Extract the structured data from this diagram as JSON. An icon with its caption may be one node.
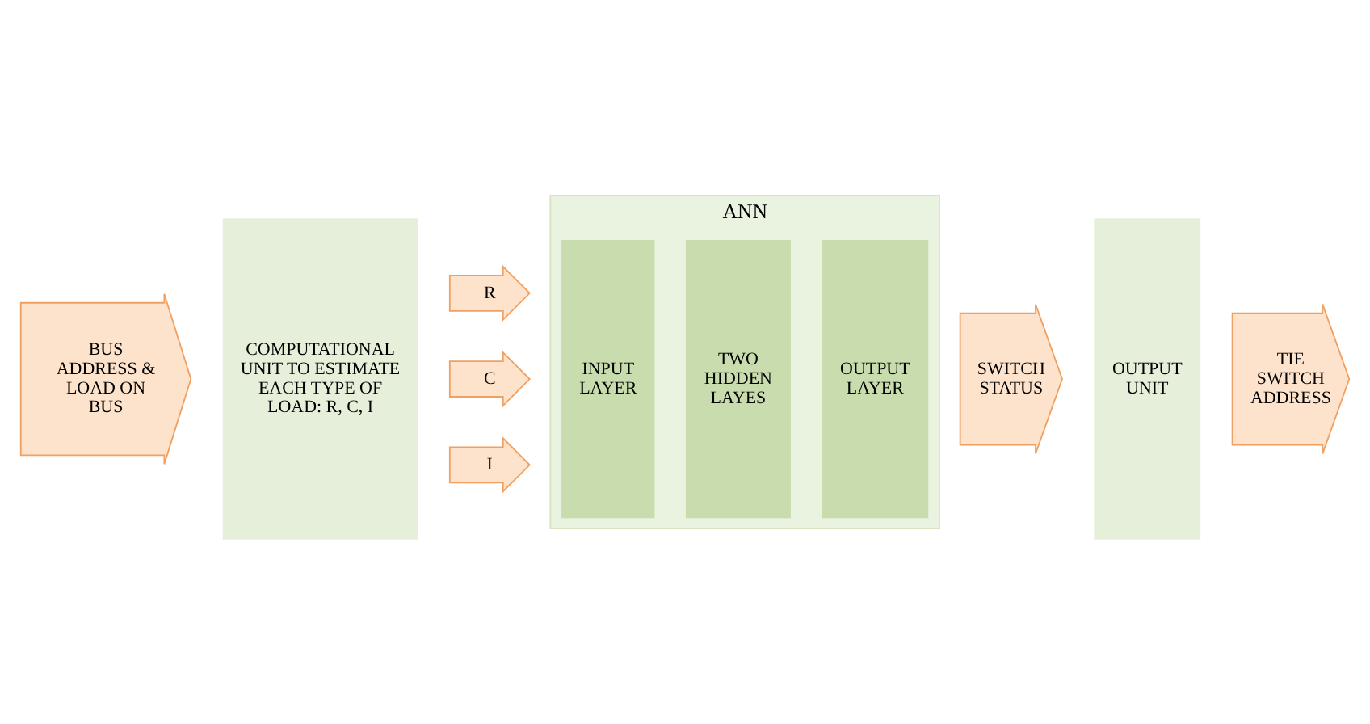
{
  "diagram": {
    "nodes": [
      {
        "text": [
          "BUS ADDRESS & LOAD ON BUS"
        ]
      },
      {
        "text": [
          "COMPUTATIONAL UNIT TO ESTIMATE EACH TYPE OF LOAD: R, C, I"
        ]
      },
      {
        "text": [
          "R"
        ]
      },
      {
        "text": [
          "C"
        ]
      },
      {
        "text": [
          "I"
        ]
      },
      {
        "text": [
          "ANN"
        ]
      },
      {
        "text": [
          "INPUT LAYER"
        ],
        "in": 5
      },
      {
        "text": [
          "TWO HIDDEN LAYES"
        ],
        "in": 5
      },
      {
        "text": [
          "OUTPUT LAYER"
        ],
        "in": 5
      },
      {
        "text": [
          "SWITCH STATUS"
        ]
      },
      {
        "text": [
          "OUTPUT UNIT"
        ]
      },
      {
        "text": [
          "TIE SWITCH ADDRESS"
        ]
      }
    ]
  }
}
